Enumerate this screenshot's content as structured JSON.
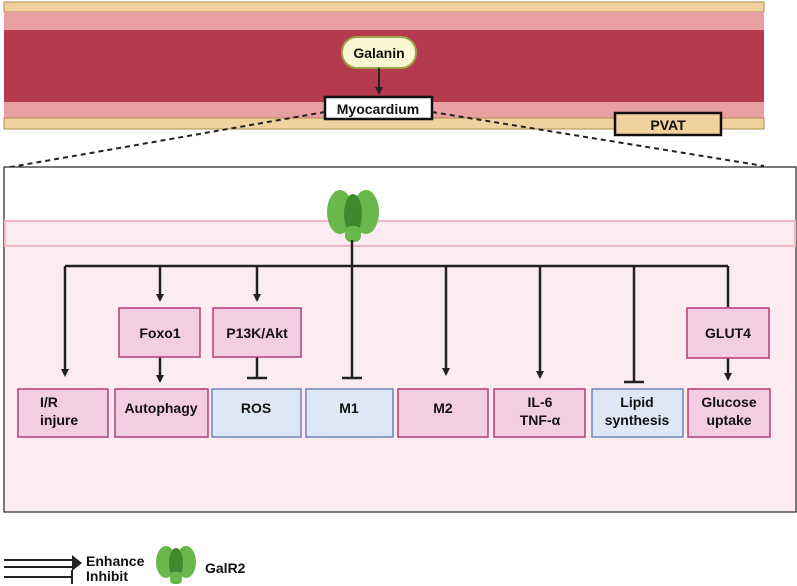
{
  "vessel": {
    "ligand": "Galanin",
    "tissue": "Myocardium",
    "fat": "PVAT"
  },
  "receptor": {
    "name": "GalR2"
  },
  "intermediates": {
    "foxo1": "Foxo1",
    "pi3k": "P13K/Akt",
    "glut4": "GLUT4"
  },
  "outcomes": [
    {
      "lines": [
        "I/R",
        "injure"
      ],
      "style": "pink",
      "effect": "enhance"
    },
    {
      "lines": [
        "Autophagy"
      ],
      "style": "pink",
      "effect": "enhance"
    },
    {
      "lines": [
        "ROS"
      ],
      "style": "blue",
      "effect": "inhibit"
    },
    {
      "lines": [
        "M1"
      ],
      "style": "blue",
      "effect": "inhibit"
    },
    {
      "lines": [
        "M2"
      ],
      "style": "pink",
      "effect": "enhance"
    },
    {
      "lines": [
        "IL-6",
        "TNF-α"
      ],
      "style": "pink",
      "effect": "enhance"
    },
    {
      "lines": [
        "Lipid",
        "synthesis"
      ],
      "style": "blue",
      "effect": "inhibit"
    },
    {
      "lines": [
        "Glucose",
        "uptake"
      ],
      "style": "pink",
      "effect": "enhance"
    }
  ],
  "legend": {
    "enhance": "Enhance",
    "inhibit": "Inhibit",
    "receptor": "GalR2"
  },
  "colors": {
    "vessel_wall": "#e8a0a2",
    "vessel_lumen": "#b53a4e",
    "adventitia": "#f1d19d",
    "cell_bg": "#fcecf1",
    "pink_box": "#f3cde0",
    "pink_border": "#b73a7a",
    "blue_box": "#dde7f6",
    "blue_border": "#6d86b5",
    "receptor": "#69b84c"
  }
}
